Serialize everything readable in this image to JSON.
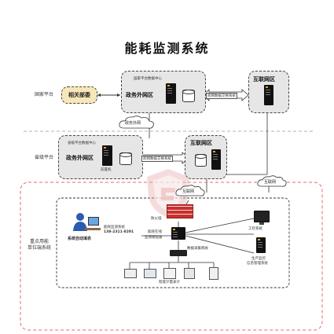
{
  "title": "能耗监测系统",
  "national": {
    "side_label": "国家平台",
    "dept": "相关部委",
    "center": "国家平台数据中心",
    "gov_zone": "政务外网区",
    "internet_zone": "互联网区",
    "exchange": "跨网数据交换系统",
    "cloud": "政务外网"
  },
  "provincial": {
    "side_label": "省级平台",
    "center": "省级平台数据中心",
    "gov_zone": "政务外网区",
    "internet_zone": "互联网区",
    "exchange": "跨网数据交换系统",
    "front": "前置机"
  },
  "enterprise": {
    "side_label_line1": "重点用能",
    "side_label_line2": "单位端系统",
    "internet_cloud_1": "互联网",
    "internet_cloud_2": "互联网",
    "firewall": "防火墙",
    "monitor_system": "能耗监测系统",
    "phone": "138-2311-8291",
    "device_line1": "能耗在线",
    "device_line2": "监测端设备",
    "auto_fill": "系统自动填表",
    "gateway": "数据采集网关",
    "meters": "智能计量表计",
    "industrial": "工控系统",
    "production_line1": "生产监控",
    "production_line2": "信息管理系统"
  },
  "colors": {
    "dashed_red": "#e46a6a",
    "dept_bg": "#f7e6b8",
    "zone_bg": "#e6e6e6"
  }
}
